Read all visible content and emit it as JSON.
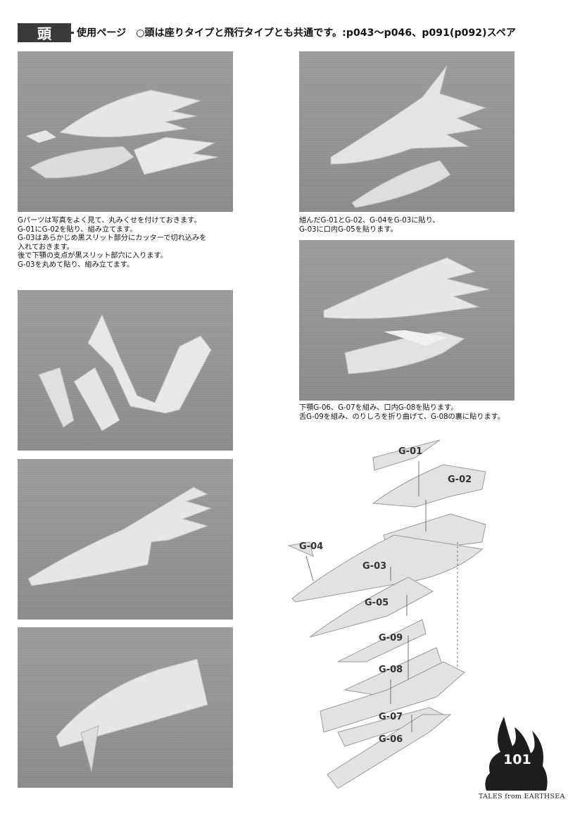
{
  "header": {
    "title": "頭",
    "label": "使用ページ",
    "text": "○頭は座りタイプと飛行タイプとも共通です。:p043～p046、p091(p092)スペア"
  },
  "captions": {
    "step1": [
      "Gパーツは写真をよく見て、丸みくせを付けておきます。",
      "G-01にG-02を貼り、組み立てます。",
      "G-03はあらかじめ黒スリット部分にカッターで切れ込みを",
      "入れておきます。",
      "後で下顎の支点が黒スリット部穴に入ります。",
      "G-03を丸めて貼り、組み立てます。"
    ],
    "step2": [
      "組んだG-01とG-02、G-04をG-03に貼り、",
      "G-03に口内G-05を貼ります。"
    ],
    "step3": [
      "下顎G-06、G-07を組み、口内G-08を貼ります。",
      "舌G-09を組み、のりしろを折り曲げて、G-08の裏に貼ります。"
    ]
  },
  "diagram": {
    "parts": [
      "G-01",
      "G-02",
      "G-04",
      "G-03",
      "G-05",
      "G-09",
      "G-08",
      "G-07",
      "G-06"
    ]
  },
  "footer": {
    "page_number": "101",
    "series": "TALES from EARTHSEA"
  },
  "colors": {
    "header_box": "#3a3a3a",
    "photo_bg": "#8f8f8f",
    "paper_part": "#e2e2e2"
  }
}
